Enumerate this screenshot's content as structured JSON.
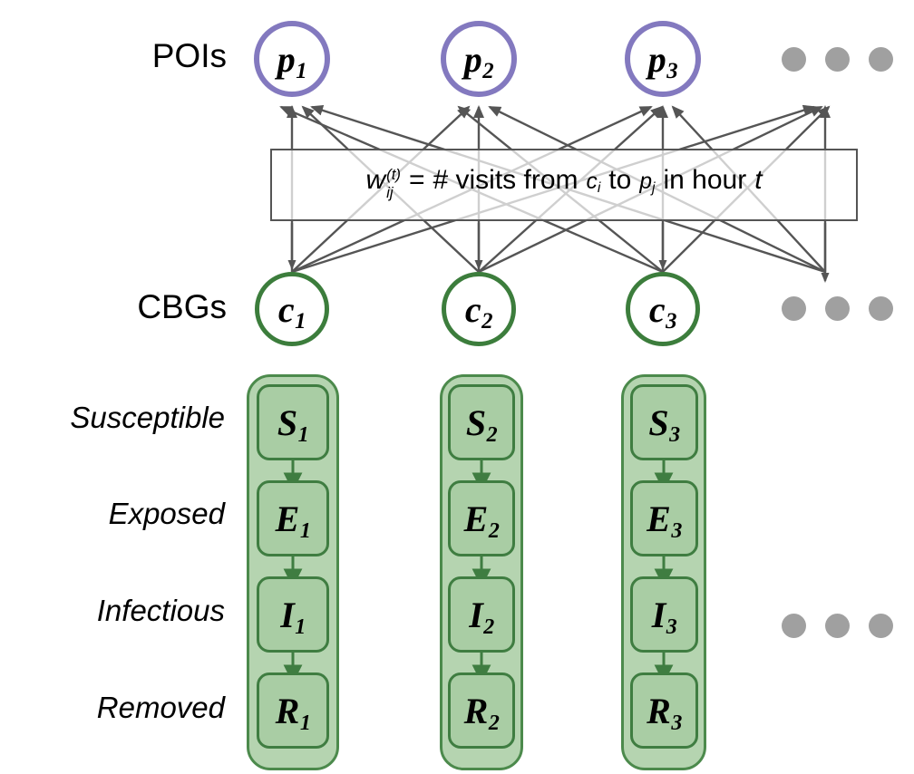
{
  "diagram": {
    "title": "POI-CBG bipartite mobility network with per-CBG SEIR compartments",
    "colors": {
      "poi_ring": "#8379bf",
      "cbg_ring": "#3c7d3c",
      "seir_container_fill": "#b5d4b0",
      "seir_cell_fill": "#a9cda4",
      "seir_border": "#3f7d41",
      "edge": "#555555",
      "ellipsis_dot": "#a0a0a0",
      "box_border": "#555555",
      "text": "#000000"
    }
  },
  "rows": {
    "pois_label": "POIs",
    "cbgs_label": "CBGs",
    "compartment_labels": [
      "Susceptible",
      "Exposed",
      "Infectious",
      "Removed"
    ]
  },
  "poi_nodes": [
    {
      "base": "p",
      "index": "1"
    },
    {
      "base": "p",
      "index": "2"
    },
    {
      "base": "p",
      "index": "3"
    }
  ],
  "cbg_nodes": [
    {
      "base": "c",
      "index": "1"
    },
    {
      "base": "c",
      "index": "2"
    },
    {
      "base": "c",
      "index": "3"
    }
  ],
  "weight_box": {
    "w_symbol": "w",
    "superscript": "(t)",
    "subscript": "ij",
    "equals": "=",
    "text_1": "# visits from",
    "c_symbol": "c",
    "c_sub": "i",
    "text_2": "to",
    "p_symbol": "p",
    "p_sub": "j",
    "text_3": "in hour",
    "t_symbol": "t",
    "full_text": "w_ij^(t) = # visits from c_i to p_j in hour t"
  },
  "seir_columns": [
    {
      "cbg": "1",
      "cells": [
        {
          "base": "S",
          "index": "1"
        },
        {
          "base": "E",
          "index": "1"
        },
        {
          "base": "I",
          "index": "1"
        },
        {
          "base": "R",
          "index": "1"
        }
      ]
    },
    {
      "cbg": "2",
      "cells": [
        {
          "base": "S",
          "index": "2"
        },
        {
          "base": "E",
          "index": "2"
        },
        {
          "base": "I",
          "index": "2"
        },
        {
          "base": "R",
          "index": "2"
        }
      ]
    },
    {
      "cbg": "3",
      "cells": [
        {
          "base": "S",
          "index": "3"
        },
        {
          "base": "E",
          "index": "3"
        },
        {
          "base": "I",
          "index": "3"
        },
        {
          "base": "R",
          "index": "3"
        }
      ]
    }
  ],
  "ellipses": {
    "poi_row_dots": 3,
    "cbg_row_dots": 3,
    "seir_row_dots": 3
  }
}
